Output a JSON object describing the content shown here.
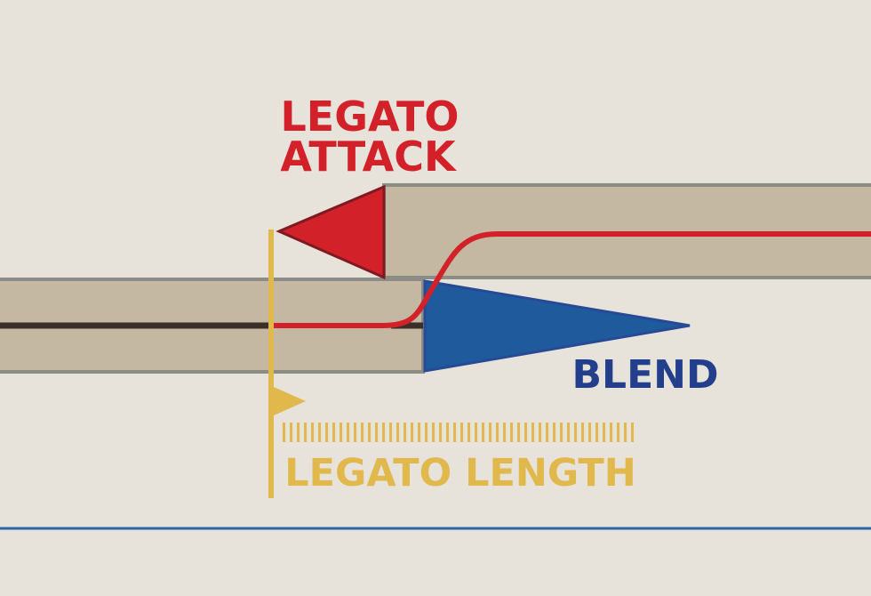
{
  "labels": {
    "legato_attack": [
      "LEGATO",
      "ATTACK"
    ],
    "blend": "BLEND",
    "legato_length": "LEGATO LENGTH"
  },
  "colors": {
    "background": "#e8e3da",
    "note_fill": "#c4b8a2",
    "note_border": "#8c8c86",
    "attack_red": "#d3212a",
    "attack_border": "#7e1a22",
    "blend_blue": "#1f5a9c",
    "blend_text": "#233f8c",
    "length_gold": "#e0b84b",
    "pitch_line": "#3a3029",
    "baseline_blue": "#2d65a8"
  },
  "icons": {
    "attack_marker": "left-pointing-triangle",
    "blend_marker": "right-pointing-triangle",
    "length_marker": "flag"
  }
}
